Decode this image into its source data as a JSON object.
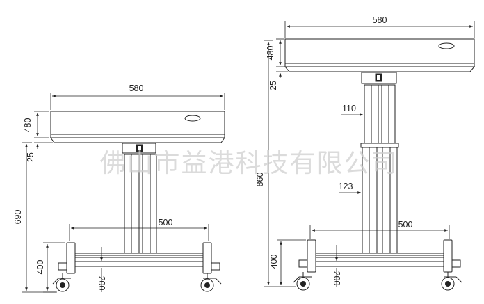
{
  "watermark": "佛山市益港科技有限公司",
  "left_view": {
    "width_label": "580",
    "top_thickness_label": "480",
    "lower_gap_label": "25",
    "total_height_label": "690",
    "base_width_label": "500",
    "caster_height_label": "400",
    "floor_label": "200"
  },
  "right_view": {
    "width_label": "580",
    "top_thickness_label": "480",
    "lower_gap_label": "25",
    "total_height_label": "860",
    "column_upper_label": "110",
    "column_lower_label": "123",
    "base_width_label": "500",
    "caster_height_label": "400",
    "floor_label": "200"
  }
}
